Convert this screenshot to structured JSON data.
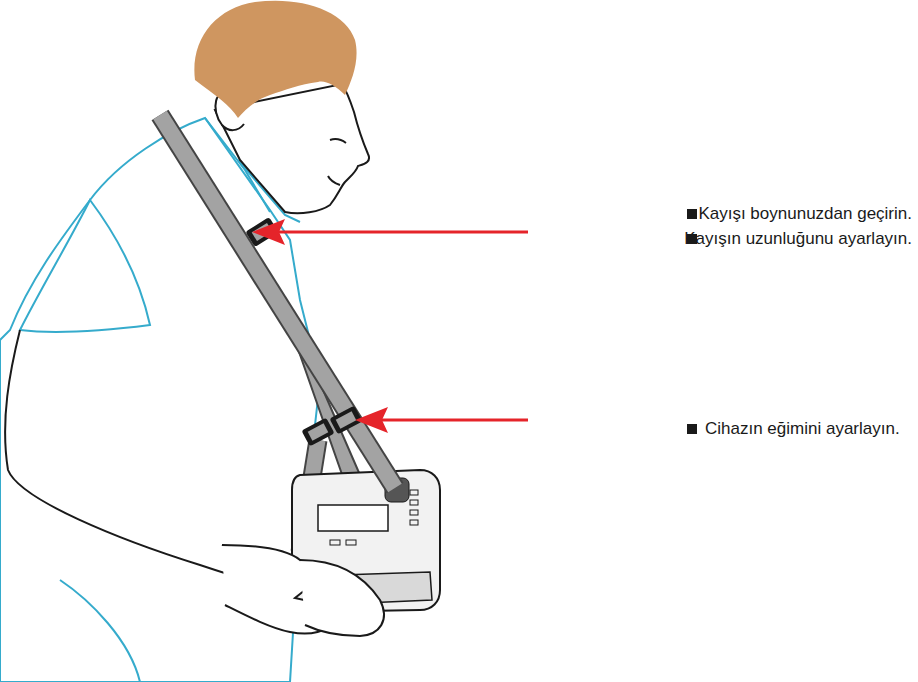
{
  "diagram": {
    "labels": [
      "Kayışı boynunuzdan geçirin.",
      "Kayışın uzunluğunu ayarlayın.",
      "Cihazın eğimini ayarlayın."
    ]
  }
}
